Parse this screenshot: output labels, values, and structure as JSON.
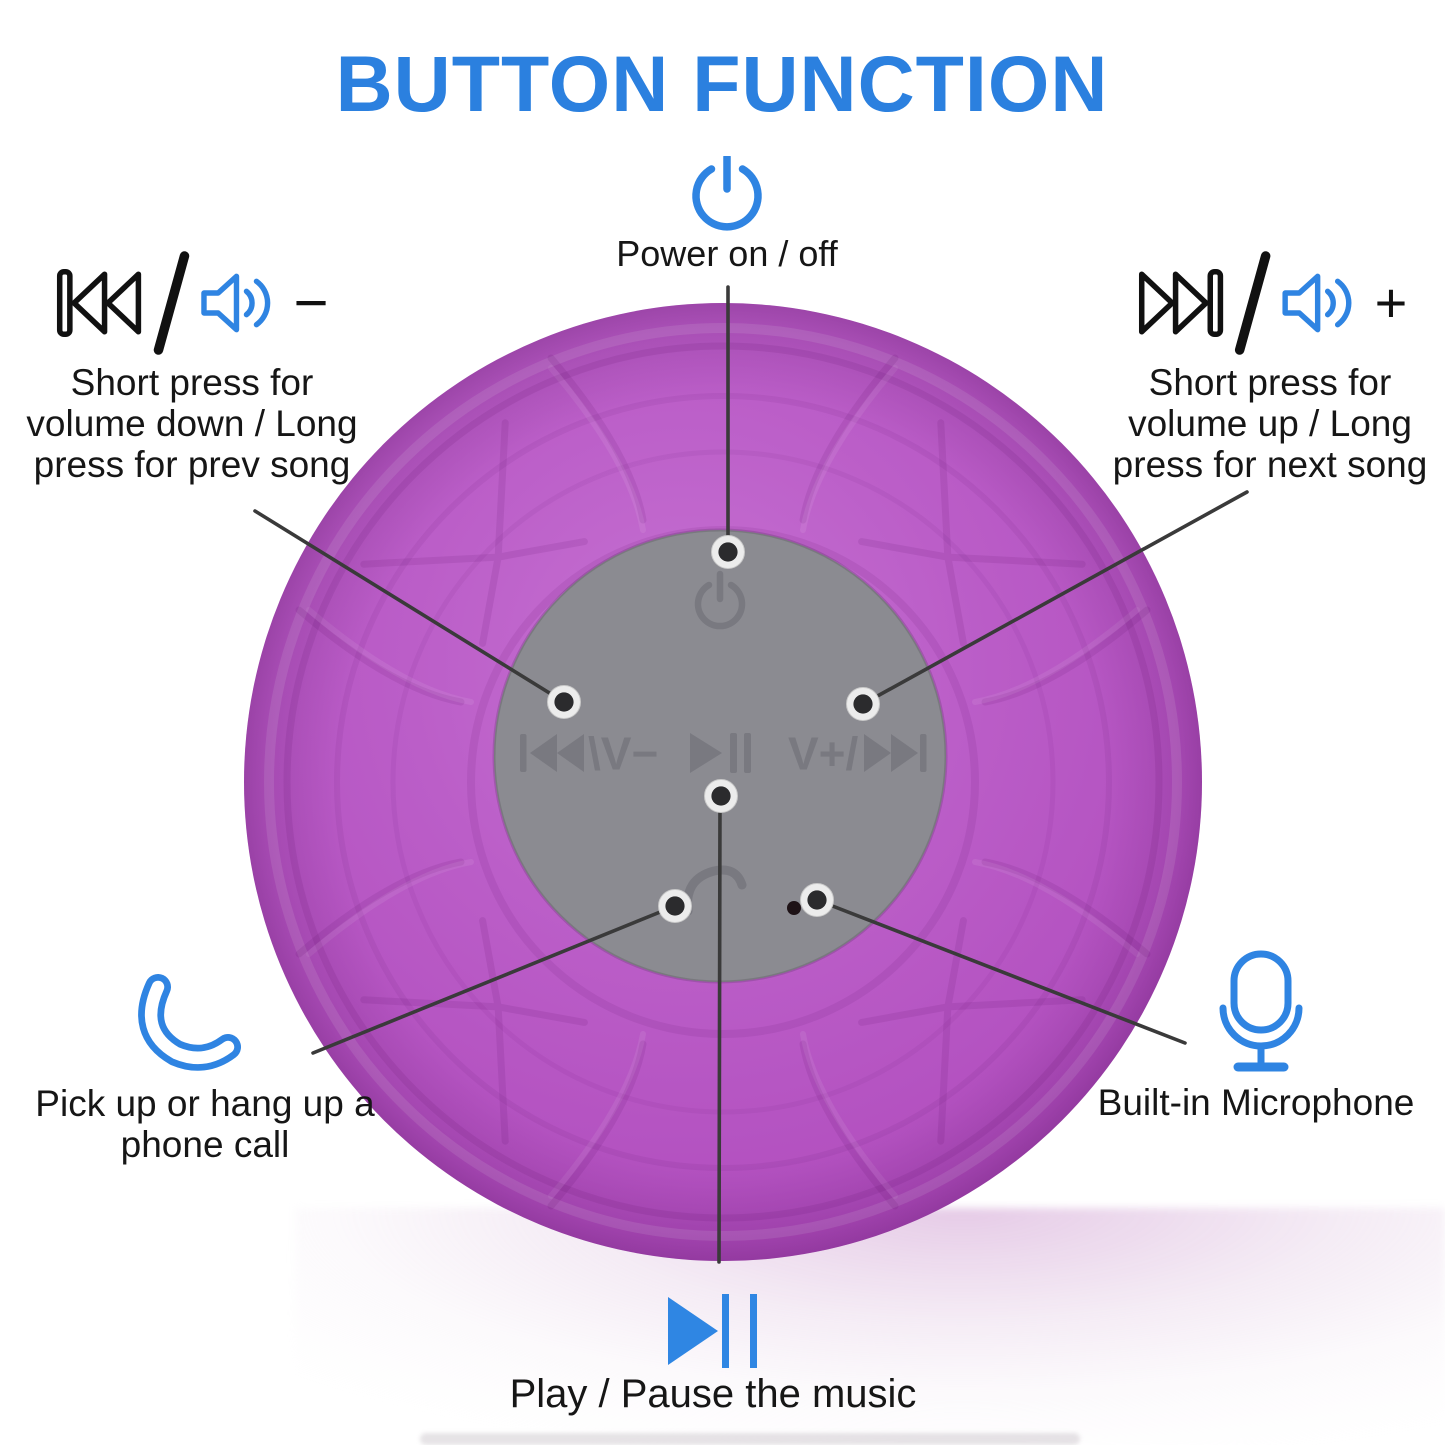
{
  "title": "BUTTON FUNCTION",
  "colors": {
    "title_blue": "#2b80df",
    "icon_blue": "#2f84e2",
    "speaker_purple": "#b85cc6",
    "panel_gray": "#8b8b91",
    "panel_glyph_gray": "#797980",
    "text_color": "#161616",
    "leader_line": "#3a3a3a"
  },
  "annotations": {
    "power": {
      "icon": "power-icon",
      "label": "Power on / off"
    },
    "volume_down": {
      "icons": [
        "previous-track-icon",
        "slash-separator",
        "volume-speaker-icon",
        "minus-sign"
      ],
      "separator": "/",
      "minus": "−",
      "lines": [
        "Short press for",
        "volume down / Long",
        "press for prev song"
      ]
    },
    "volume_up": {
      "icons": [
        "next-track-icon",
        "slash-separator",
        "volume-speaker-icon",
        "plus-sign"
      ],
      "separator": "/",
      "plus": "+",
      "lines": [
        "Short press for",
        "volume up / Long",
        "press for next song"
      ]
    },
    "phone": {
      "icon": "phone-icon",
      "lines": [
        "Pick up or hang up a",
        "phone call"
      ]
    },
    "microphone": {
      "icon": "microphone-icon",
      "label": "Built-in Microphone"
    },
    "play_pause": {
      "icon": "play-pause-icon",
      "label": "Play / Pause the music"
    }
  },
  "panel": {
    "power_glyph": "power-glyph",
    "left_marking_icon": "prev-track-glyph",
    "left_marking_text": "\\V−",
    "center_marking_icon": "play-pause-glyph",
    "right_marking_text": "V+/",
    "right_marking_icon": "next-track-glyph",
    "phone_glyph": "phone-glyph",
    "mic_hole": "microphone-hole"
  }
}
